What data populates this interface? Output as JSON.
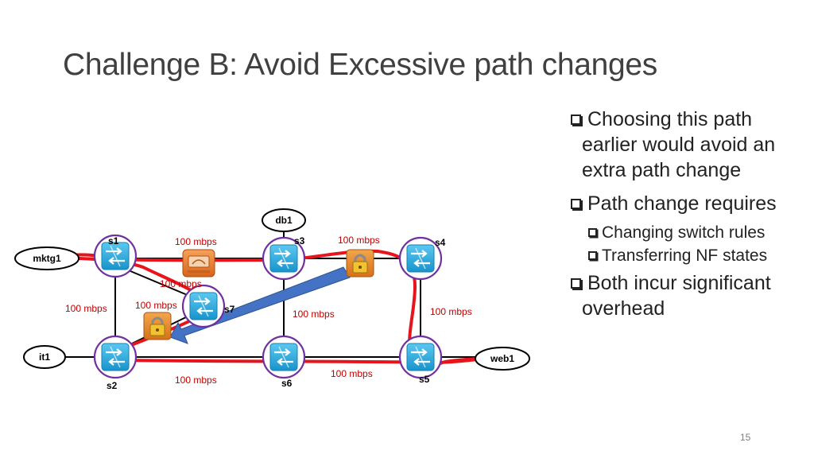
{
  "slide": {
    "title": "Challenge B: Avoid Excessive path changes",
    "page_number": "15"
  },
  "bullets": [
    {
      "level": 1,
      "text": "Choosing this path earlier would avoid an extra path change"
    },
    {
      "level": 1,
      "text": "Path change requires"
    },
    {
      "level": 2,
      "text": "Changing switch rules"
    },
    {
      "level": 2,
      "text": "Transferring NF states"
    },
    {
      "level": 1,
      "text": "Both incur significant overhead"
    }
  ],
  "diagram": {
    "switches": {
      "s1": "s1",
      "s2": "s2",
      "s3": "s3",
      "s4": "s4",
      "s5": "s5",
      "s6": "s6",
      "s7": "s7"
    },
    "hosts": {
      "mktg1": "mktg1",
      "it1": "it1",
      "db1": "db1",
      "web1": "web1"
    },
    "link_labels": {
      "s1_s3": "100 mbps",
      "s3_s4": "100 mbps",
      "s1_s7": "100 mbps",
      "s1_s2": "100 mbps",
      "s2_s7": "100 mbps",
      "s3_s6": "100 mbps",
      "s4_s5": "100 mbps",
      "s6_s5": "100 mbps",
      "s2_s6": "100 mbps"
    },
    "colors": {
      "path": "#e8141b",
      "arrow": "#4472c4",
      "switch_ring": "#7030a0",
      "switch_fill": "#29a9e0",
      "firewall": "#e8741f",
      "lock_box": "#ec8a1c",
      "label_red": "#c00000"
    }
  }
}
